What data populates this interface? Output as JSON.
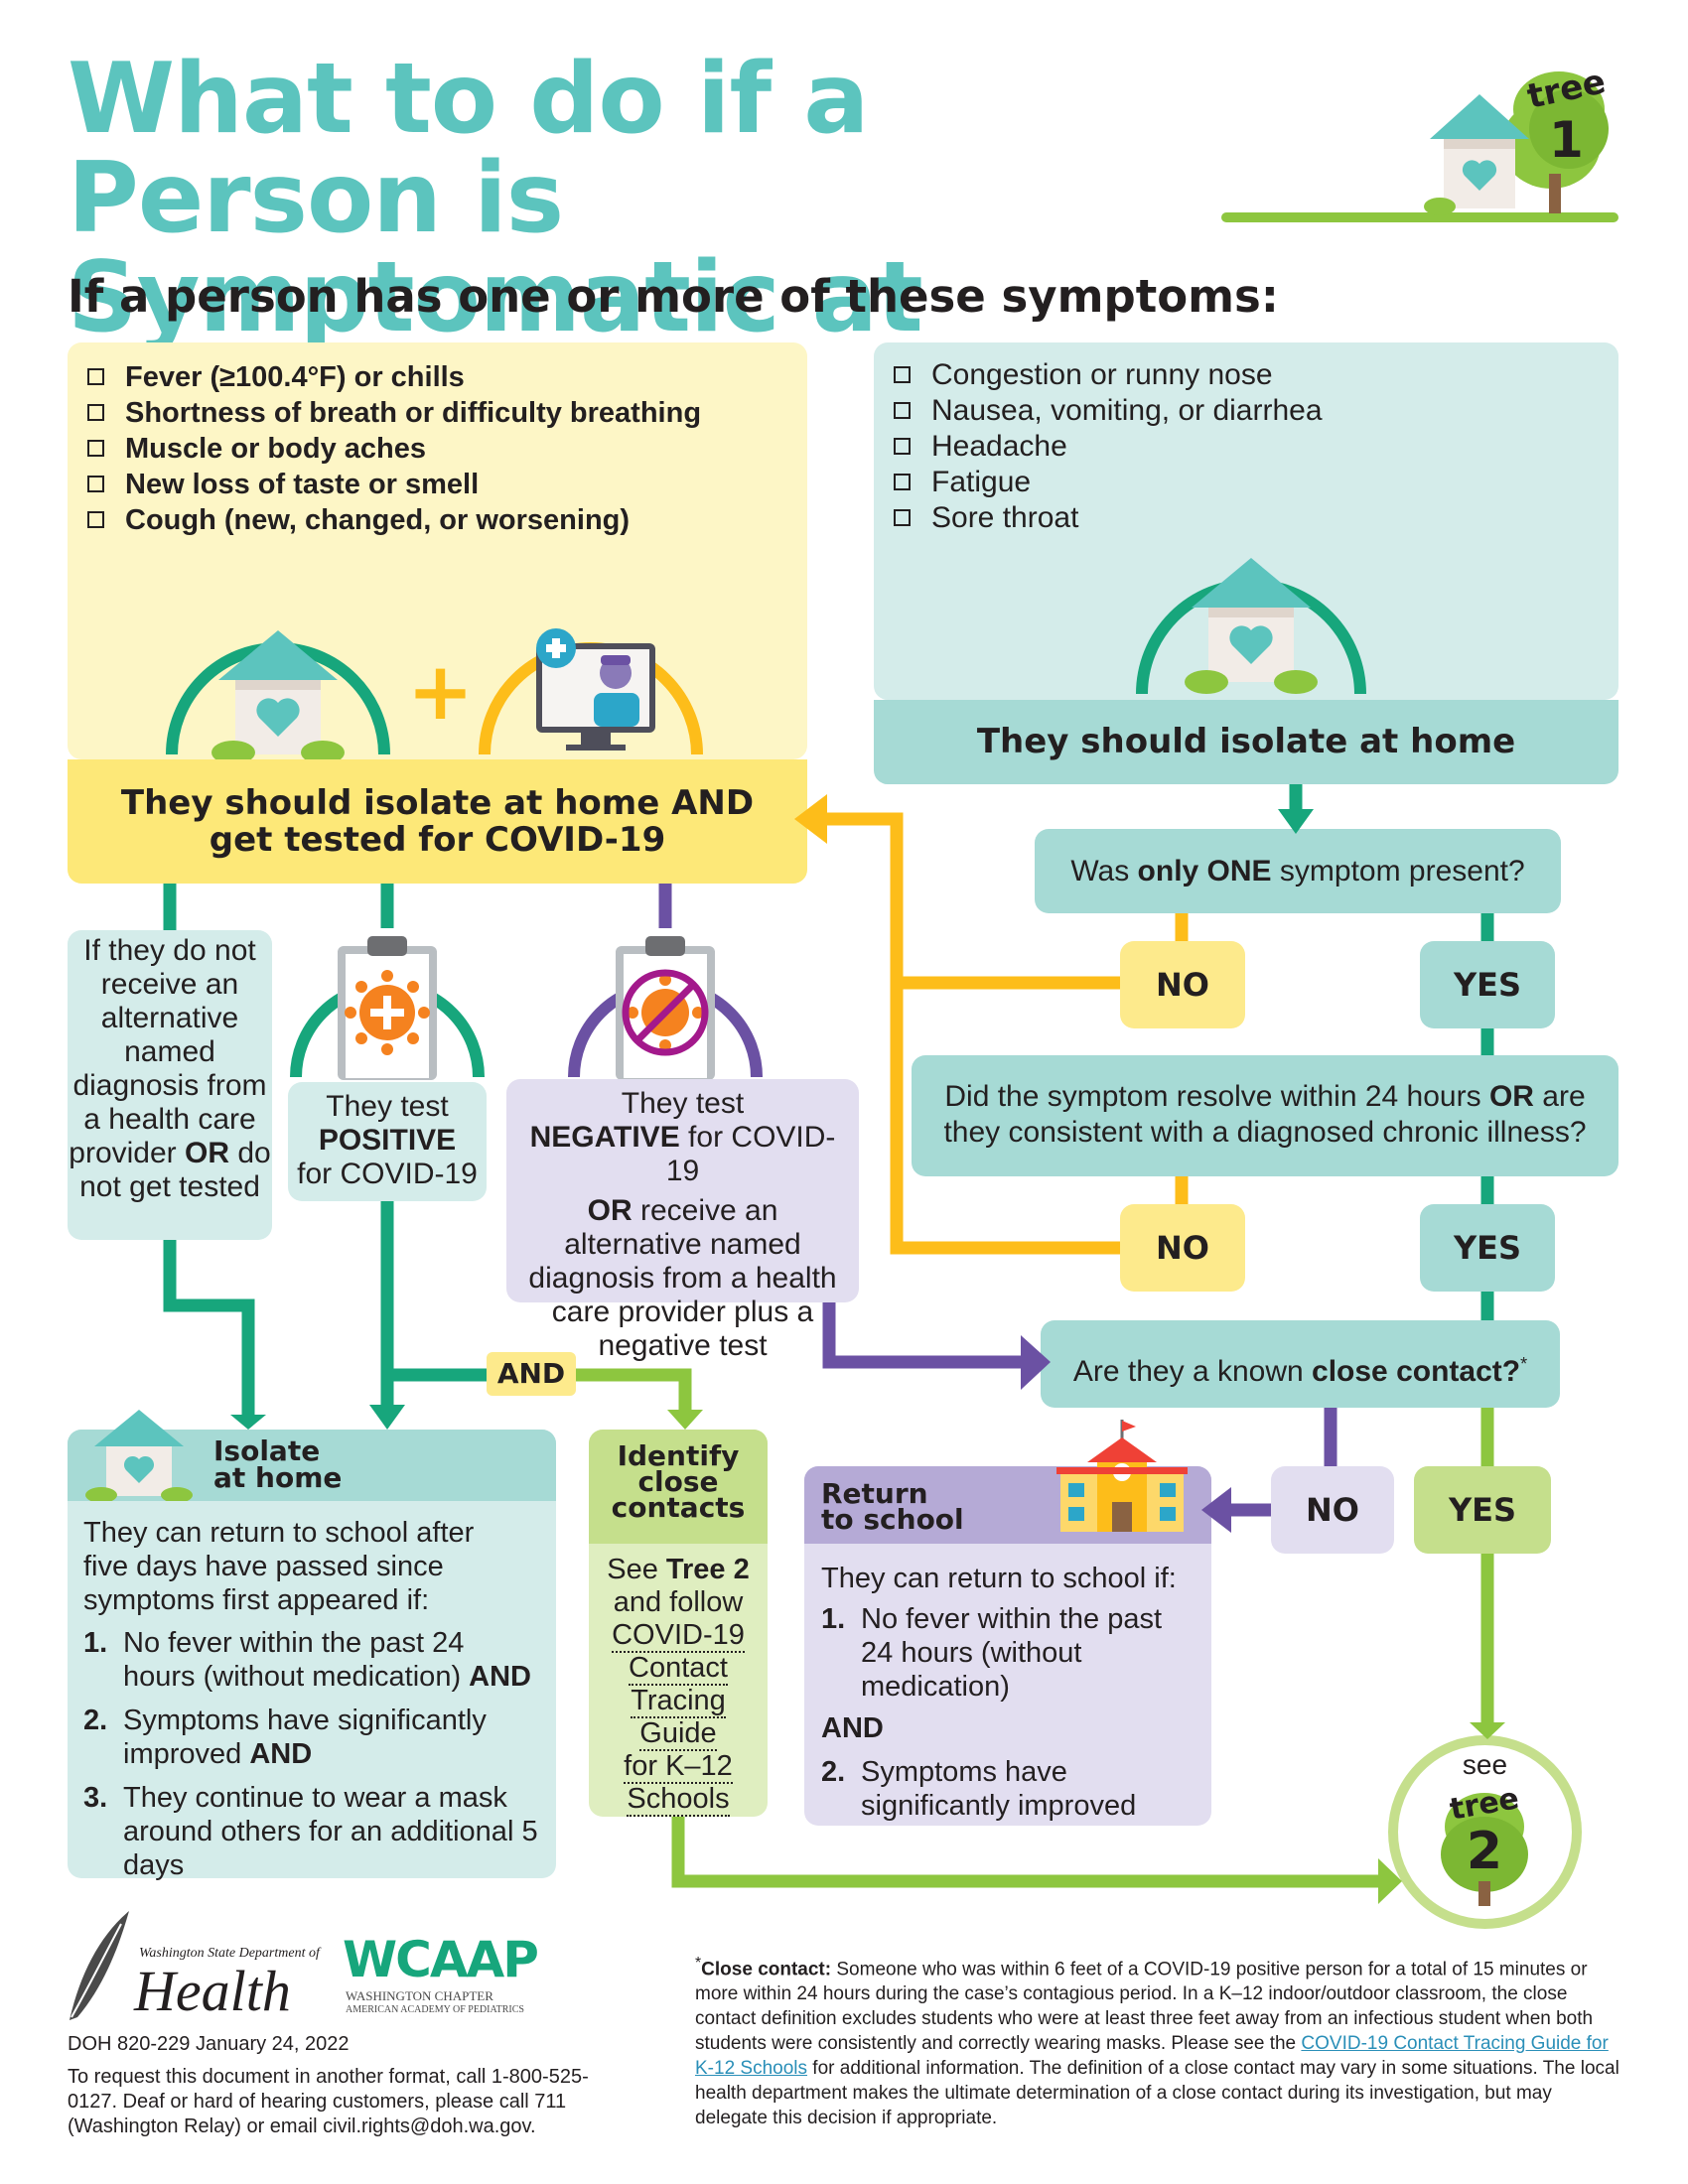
{
  "title_line1": "What to do if a Person is",
  "title_line2": "Symptomatic at School",
  "badge_tree1_word": "tree",
  "badge_tree1_num": "1",
  "subtitle": "If a person has one or more of these symptoms:",
  "primary_symptoms": [
    "Fever (≥100.4°F) or chills",
    "Shortness of breath or difficulty breathing",
    "Muscle or body aches",
    "New loss of taste or smell",
    "Cough (new, changed, or worsening)"
  ],
  "secondary_symptoms": [
    "Congestion or runny nose",
    "Nausea, vomiting, or diarrhea",
    "Headache",
    "Fatigue",
    "Sore throat"
  ],
  "isolate_test_l1": "They should isolate at home AND",
  "isolate_test_l2": "get tested for COVID-19",
  "isolate_only": "They should isolate at home",
  "q_one_pre": "Was ",
  "q_one_bold": "only ONE",
  "q_one_post": " symptom present?",
  "no": "NO",
  "yes": "YES",
  "q_resolve_l1_pre": "Did the symptom resolve within 24 hours ",
  "q_resolve_or": "OR",
  "q_resolve_l1_post": " are",
  "q_resolve_l2": "they consistent with a diagnosed chronic illness?",
  "q_close_pre": "Are they a known ",
  "q_close_bold": "close contact?",
  "q_close_star": "*",
  "no_alt_p1": "If they do not receive an alternative named diagnosis from a health care provider",
  "no_alt_or": "OR",
  "no_alt_p2": " do not get tested",
  "pos_l1": "They test",
  "pos_l2": "POSITIVE",
  "pos_l3": "for COVID-19",
  "neg_l1": "They test",
  "neg_bold": "NEGATIVE",
  "neg_l2": " for COVID-19",
  "neg_or": "OR",
  "neg_rest": " receive an alternative named diagnosis from a health care provider plus a negative test",
  "and": "AND",
  "iso_home_title_l1": "Isolate",
  "iso_home_title_l2": "at home",
  "iso_home_intro": "They can return to school after five days have passed since symptoms first appeared if:",
  "iso_home_items": [
    {
      "n": "1.",
      "t": "No fever within the past 24 hours (without medication) ",
      "b": "AND"
    },
    {
      "n": "2.",
      "t": "Symptoms have significantly improved ",
      "b": "AND"
    },
    {
      "n": "3.",
      "t": "They continue to wear a mask around others for an additional 5 days",
      "b": ""
    }
  ],
  "identify_l1": "Identify",
  "identify_l2": "close",
  "identify_l3": "contacts",
  "identify_see": "See ",
  "identify_tree": "Tree 2",
  "identify_follow": "and follow",
  "identify_links": [
    "COVID-19",
    "Contact",
    "Tracing",
    "Guide",
    "for K–12",
    "Schools"
  ],
  "return_title_l1": "Return",
  "return_title_l2": "to school",
  "return_intro": "They can return to school if:",
  "return_item1_n": "1.",
  "return_item1": "No fever within the past 24 hours (without medication)",
  "return_and": "AND",
  "return_item2_n": "2.",
  "return_item2": "Symptoms have significantly improved",
  "see": "see",
  "tree2_word": "tree",
  "tree2_num": "2",
  "logo_doh_small": "Washington State Department of",
  "logo_doh_big": "Health",
  "logo_wcaap": "WCAAP",
  "logo_wcaap_sub1": "WASHINGTON CHAPTER",
  "logo_wcaap_sub2": "AMERICAN ACADEMY OF PEDIATRICS",
  "doc_id": "DOH 820-229  January 24, 2022",
  "request_text": "To request this document in another format, call 1-800-525-0127. Deaf or hard of hearing customers, please call 711 (Washington Relay) or email civil.rights@doh.wa.gov.",
  "fn_star": "*",
  "fn_label": "Close contact:",
  "fn_text1": " Someone who was within 6 feet of a COVID-19 positive person for a total of 15 minutes or more within 24 hours during the case’s contagious period. In a K–12 indoor/outdoor classroom, the close contact definition excludes students who were at least three feet away from an infectious student when both students were consistently and correctly wearing masks. Please see the ",
  "fn_link": "COVID-19 Contact Tracing Guide for K-12 Schools",
  "fn_text2": " for additional information. The definition of a close contact may vary in some situations. The local health department makes the ultimate determination of a close contact during its investigation, but may delegate this decision if appropriate.",
  "colors": {
    "teal": "#5cc4be",
    "green_dark": "#17a67c",
    "yellow": "#fdbd1a",
    "purple": "#6b51a3",
    "lime": "#8dc63f"
  }
}
